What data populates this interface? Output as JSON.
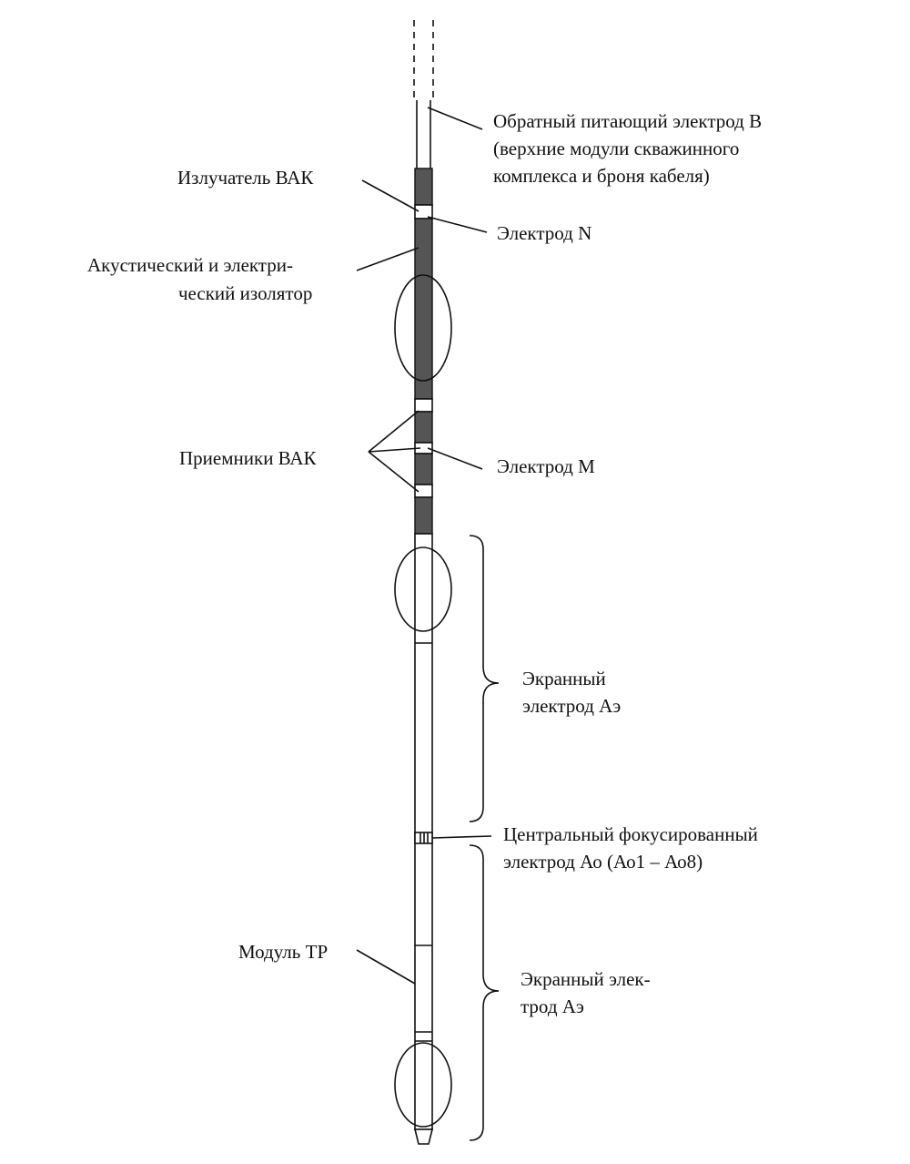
{
  "labels": {
    "return_electrode": [
      "Обратный питающий электрод В",
      "(верхние модули скважинного",
      "комплекса и броня кабеля)"
    ],
    "emitter": "Излучатель ВАК",
    "electrode_n": "Электрод N",
    "isolator": [
      "Акустический и электри-",
      "ческий изолятор"
    ],
    "receivers": "Приемники ВАК",
    "electrode_m": "Электрод М",
    "screen_electrode_1": [
      "Экранный",
      "электрод Аэ"
    ],
    "central_electrode": [
      "Центральный фокусированный",
      "электрод Ао (Ао1 – Ао8)"
    ],
    "module_tr": "Модуль ТР",
    "screen_electrode_2": [
      "Экранный элек-",
      "трод Аэ"
    ]
  },
  "colors": {
    "line": "#111111",
    "dark_section": "#555555",
    "background": "#ffffff"
  }
}
